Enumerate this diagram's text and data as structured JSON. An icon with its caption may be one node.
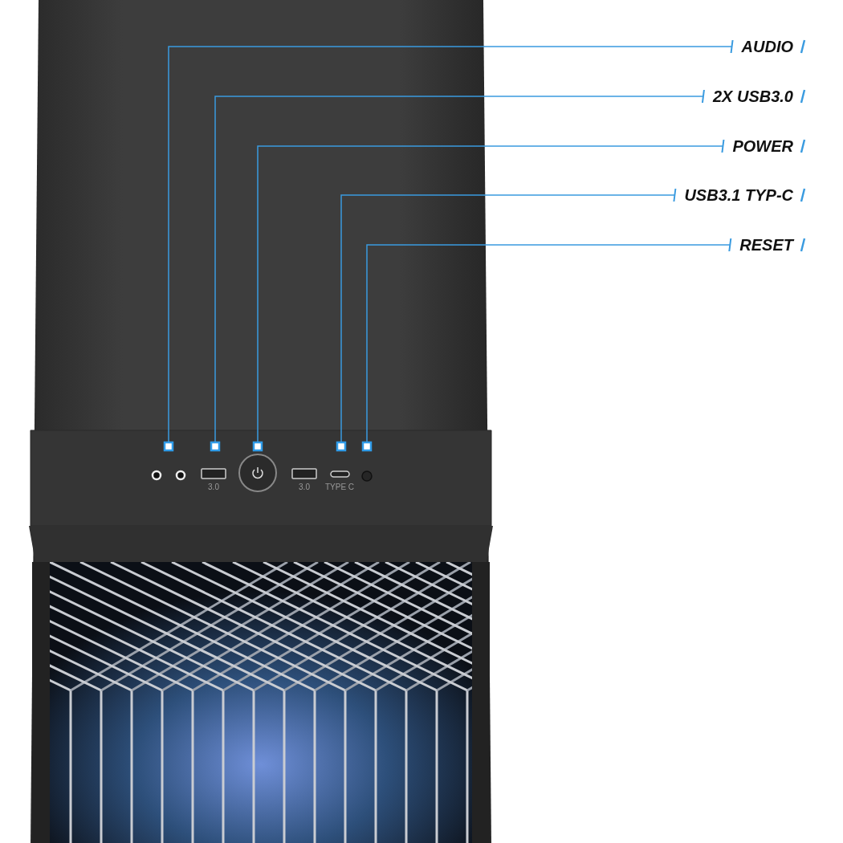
{
  "diagram": {
    "nodes": [
      {
        "text": [
          "AUDIO"
        ]
      },
      {
        "text": [
          "2X USB3.0"
        ]
      },
      {
        "text": [
          "POWER"
        ]
      },
      {
        "text": [
          "USB3.1 TYP-C"
        ]
      },
      {
        "text": [
          "RESET"
        ]
      },
      {
        "text": [],
        "shape": "box"
      },
      {
        "text": [],
        "shape": "box"
      },
      {
        "text": [],
        "shape": "box"
      },
      {
        "text": [],
        "shape": "box"
      },
      {
        "text": [],
        "shape": "box"
      }
    ],
    "edges": [
      {
        "from": 0,
        "to": 5,
        "arrow": "none"
      },
      {
        "from": 1,
        "to": 6,
        "arrow": "none"
      },
      {
        "from": 2,
        "to": 7,
        "arrow": "none"
      },
      {
        "from": 3,
        "to": 8,
        "arrow": "none"
      },
      {
        "from": 4,
        "to": 9,
        "arrow": "none"
      }
    ],
    "labels": [
      "3.0",
      "3.0",
      "TYPE C"
    ]
  }
}
